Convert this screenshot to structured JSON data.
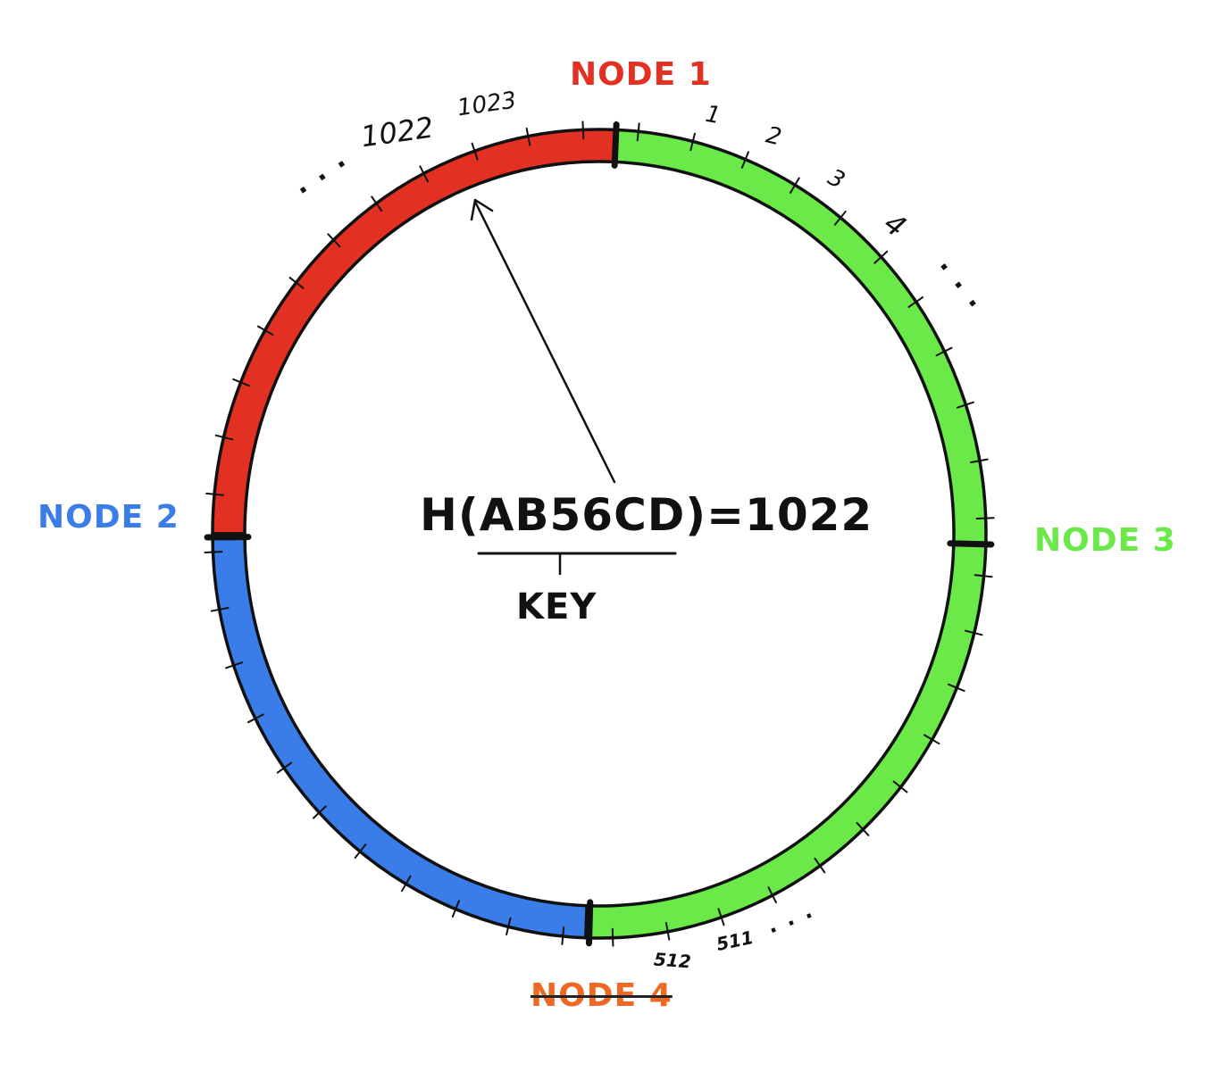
{
  "colors": {
    "node_1": "#e23122",
    "node_2": "#3a7de8",
    "node_3": "#6ae948",
    "node_4": "#ee6a24",
    "ink": "#111111"
  },
  "nodes": {
    "node_1": {
      "label": "NODE 1"
    },
    "node_2": {
      "label": "NODE 2"
    },
    "node_3": {
      "label": "NODE 3"
    },
    "node_4": {
      "label": "NODE 4",
      "removed": true
    }
  },
  "ring": {
    "tick_labels": {
      "t1": "1",
      "t2": "2",
      "t3": "3",
      "t4": "4",
      "t1022": "1022",
      "t1023": "1023",
      "t511": "511",
      "t512": "512"
    },
    "ellipsis": "· · ·"
  },
  "hash": {
    "expression": "H(AB56CD)=1022",
    "key_label": "KEY"
  }
}
